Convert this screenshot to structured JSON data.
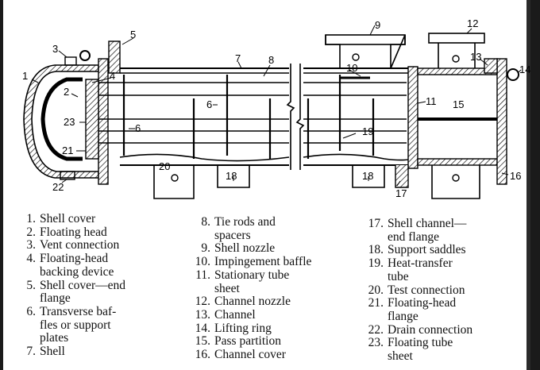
{
  "figure": {
    "callouts": [
      "1",
      "2",
      "3",
      "4",
      "5",
      "6",
      "6",
      "7",
      "8",
      "9",
      "10",
      "11",
      "12",
      "13",
      "14",
      "15",
      "16",
      "17",
      "18",
      "18",
      "19",
      "20",
      "21",
      "22",
      "23"
    ],
    "legend": [
      [
        {
          "num": "1.",
          "text": "Shell cover"
        },
        {
          "num": "2.",
          "text": "Floating head"
        },
        {
          "num": "3.",
          "text": "Vent connection"
        },
        {
          "num": "4.",
          "text": "Floating-head\nbacking device"
        },
        {
          "num": "5.",
          "text": "Shell cover—end\nflange"
        },
        {
          "num": "6.",
          "text": "Transverse baf-\nfles or support\nplates"
        },
        {
          "num": "7.",
          "text": "Shell"
        }
      ],
      [
        {
          "num": "8.",
          "text": "Tie rods and\nspacers"
        },
        {
          "num": "9.",
          "text": "Shell nozzle"
        },
        {
          "num": "10.",
          "text": "Impingement baffle"
        },
        {
          "num": "11.",
          "text": "Stationary tube\nsheet"
        },
        {
          "num": "12.",
          "text": "Channel nozzle"
        },
        {
          "num": "13.",
          "text": "Channel"
        },
        {
          "num": "14.",
          "text": "Lifting ring"
        },
        {
          "num": "15.",
          "text": "Pass partition"
        },
        {
          "num": "16.",
          "text": "Channel cover"
        }
      ],
      [
        {
          "num": "17.",
          "text": "Shell channel—\nend flange"
        },
        {
          "num": "18.",
          "text": "Support saddles"
        },
        {
          "num": "19.",
          "text": "Heat-transfer\ntube"
        },
        {
          "num": "20.",
          "text": "Test connection"
        },
        {
          "num": "21.",
          "text": "Floating-head\nflange"
        },
        {
          "num": "22.",
          "text": "Drain connection"
        },
        {
          "num": "23.",
          "text": "Floating tube\nsheet"
        }
      ]
    ]
  }
}
